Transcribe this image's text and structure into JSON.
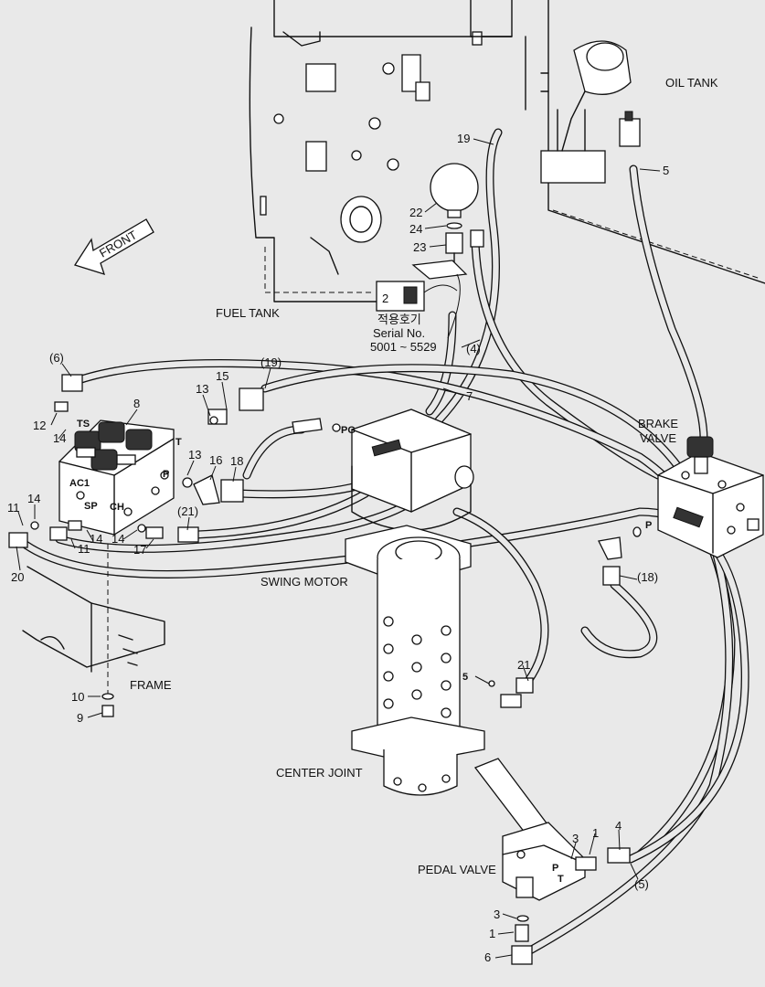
{
  "titles": {
    "oil_tank": "OIL TANK",
    "fuel_tank": "FUEL TANK",
    "brake_valve_1": "BRAKE",
    "brake_valve_2": "VALVE",
    "swing_motor": "SWING MOTOR",
    "frame": "FRAME",
    "center_joint": "CENTER JOINT",
    "pedal_valve": "PEDAL VALVE",
    "front": "FRONT"
  },
  "note": {
    "korean": "적용호기",
    "serial": "Serial No.",
    "range": "5001 ~ 5529"
  },
  "ports": {
    "ts": "TS",
    "t_top": "T",
    "p_block": "P",
    "ac1": "AC1",
    "sp": "SP",
    "ch": "CH",
    "pg": "PG",
    "p_brake": "P",
    "p_pedal": "P",
    "t_pedal": "T"
  },
  "callouts": {
    "c19_top": "19",
    "c5_top": "5",
    "c22": "22",
    "c24": "24",
    "c23": "23",
    "c2": "2",
    "c4p": "(4)",
    "c7": "7",
    "c6p": "(6)",
    "c19p": "(19)",
    "c15": "15",
    "c13a": "13",
    "c8": "8",
    "c12": "12",
    "c14a": "14",
    "c13b": "13",
    "c16": "16",
    "c18": "18",
    "c21p": "(21)",
    "c11a": "11",
    "c14b": "14",
    "c14c": "14",
    "c11b": "11",
    "c14d": "14",
    "c17": "17",
    "c20": "20",
    "c10": "10",
    "c9": "9",
    "c18p": "(18)",
    "c21": "21",
    "c5_mid": "5",
    "c3a": "3",
    "c1a": "1",
    "c4": "4",
    "c5p": "(5)",
    "c3b": "3",
    "c1b": "1",
    "c6": "6"
  }
}
